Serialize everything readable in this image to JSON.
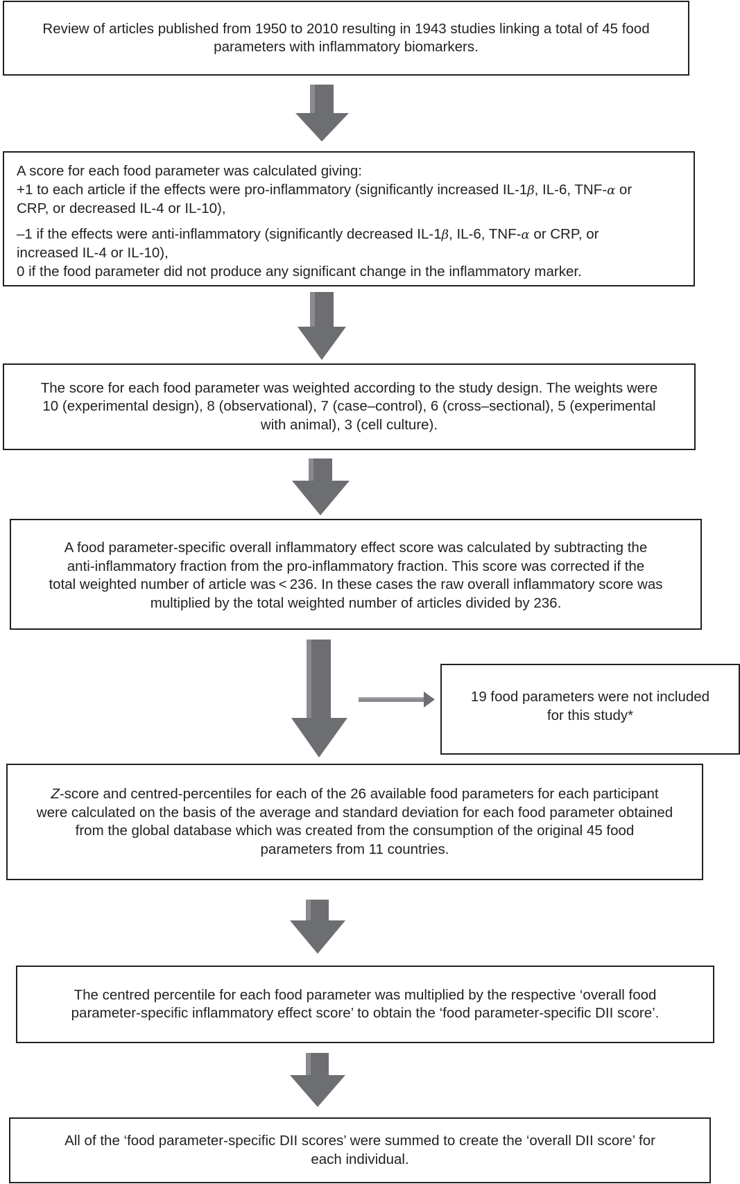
{
  "boxes": {
    "b1": [
      "Review of articles published from 1950 to 2010 resulting in 1943 studies linking a total of 45 food",
      "parameters with inflammatory biomarkers."
    ],
    "b2": {
      "l1": "A score for each food parameter was calculated giving:",
      "l2a": "+1 to each article if the effects were pro-inflammatory (significantly increased IL-1",
      "l2b": ", IL-6, TNF-",
      "l2c": " or",
      "l3": "CRP, or decreased IL-4 or IL-10),",
      "l4a": "–1 if the effects were anti-inflammatory (significantly decreased IL-1",
      "l4b": ", IL-6, TNF-",
      "l4c": " or CRP, or",
      "l5": "increased IL-4 or IL-10),",
      "l6": "0 if the food parameter did not produce any significant change in the inflammatory marker.",
      "beta": "β",
      "alpha": "α"
    },
    "b3": [
      "The score for each food parameter was weighted according to the study design. The weights were",
      "10 (experimental design), 8 (observational), 7 (case–control), 6 (cross–sectional), 5 (experimental",
      "with animal), 3 (cell culture)."
    ],
    "b4": [
      "A food parameter-specific overall inflammatory effect score was calculated by subtracting the",
      "anti-inflammatory fraction from the pro-inflammatory fraction. This score was corrected if the",
      "total weighted number of article was < 236. In these cases the raw overall inflammatory score was",
      "multiplied by the total weighted number of articles divided by 236."
    ],
    "b5": [
      "19 food parameters were not included",
      "for this study*"
    ],
    "b6": {
      "l1_italic": "Z",
      "l1_rest": "-score and centred-percentiles for each of the 26 available food parameters for each participant",
      "l2": "were calculated on the basis of the average and standard deviation for each food parameter obtained",
      "l3": "from the global database which was created from the consumption of the original 45 food",
      "l4": "parameters from 11 countries."
    },
    "b7": [
      "The centred percentile for each food parameter was multiplied by the respective ‘overall food",
      "parameter-specific inflammatory effect score’ to obtain the ‘food parameter-specific DII score’."
    ],
    "b8": [
      "All of the ‘food parameter-specific DII scores’ were summed to create the ‘overall DII score’ for",
      "each individual."
    ]
  },
  "colors": {
    "border": "#231f20",
    "text": "#231f20",
    "arrow": "#6d6e71",
    "arrow_highlight": "#a7a9ac"
  }
}
